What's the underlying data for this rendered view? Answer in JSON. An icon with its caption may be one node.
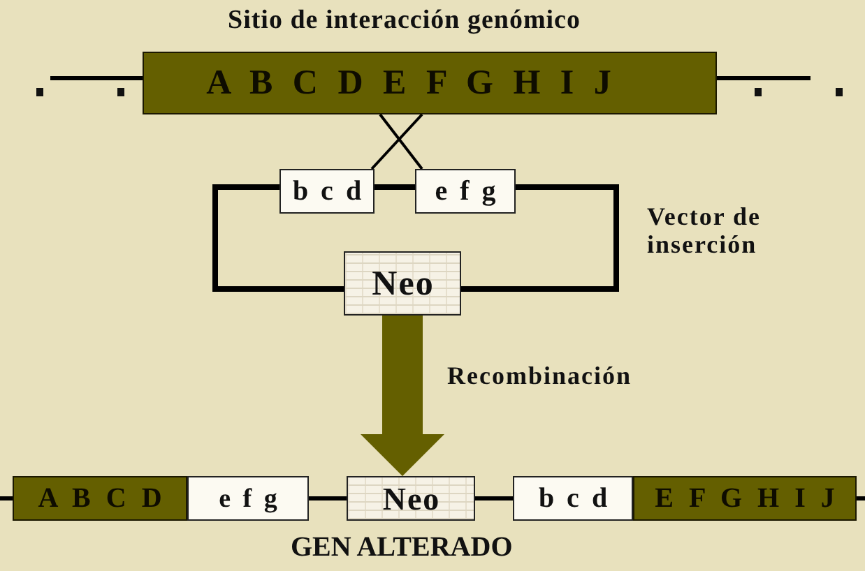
{
  "diagram": {
    "nodes": [
      {
        "text": [
          "Sitio de interacción genómico",
          "A B C D E F G H I J"
        ]
      },
      {
        "text": [
          "b c d"
        ]
      },
      {
        "text": [
          "e f g"
        ]
      },
      {
        "text": [
          "Neo"
        ]
      },
      {
        "text": [
          "A B C D"
        ]
      },
      {
        "text": [
          "e f g"
        ]
      },
      {
        "text": [
          "Neo"
        ]
      },
      {
        "text": [
          "b c d"
        ]
      },
      {
        "text": [
          "E F G H I J"
        ]
      }
    ],
    "edges": [
      {
        "from": null,
        "to": 0,
        "arrow": "none"
      },
      {
        "from": 0,
        "to": null,
        "arrow": "none"
      },
      {
        "from": 0,
        "to": 2,
        "arrow": "none"
      },
      {
        "from": 0,
        "to": 1,
        "arrow": "none"
      },
      {
        "from": 1,
        "to": 2,
        "arrow": "none"
      },
      {
        "from": 2,
        "to": 3,
        "arrow": "none"
      },
      {
        "from": 3,
        "to": 1,
        "arrow": "none"
      },
      {
        "from": 3,
        "to": 6,
        "arrow": "to",
        "label": "Recombinación",
        "style": "thick",
        "color": "#645f00"
      },
      {
        "from": null,
        "to": 4,
        "arrow": "none"
      },
      {
        "from": 5,
        "to": 6,
        "arrow": "none"
      },
      {
        "from": 6,
        "to": 7,
        "arrow": "none"
      },
      {
        "from": 8,
        "to": null,
        "arrow": "none"
      }
    ],
    "labels": [
      "Vector de inserción",
      "GEN ALTERADO"
    ]
  }
}
